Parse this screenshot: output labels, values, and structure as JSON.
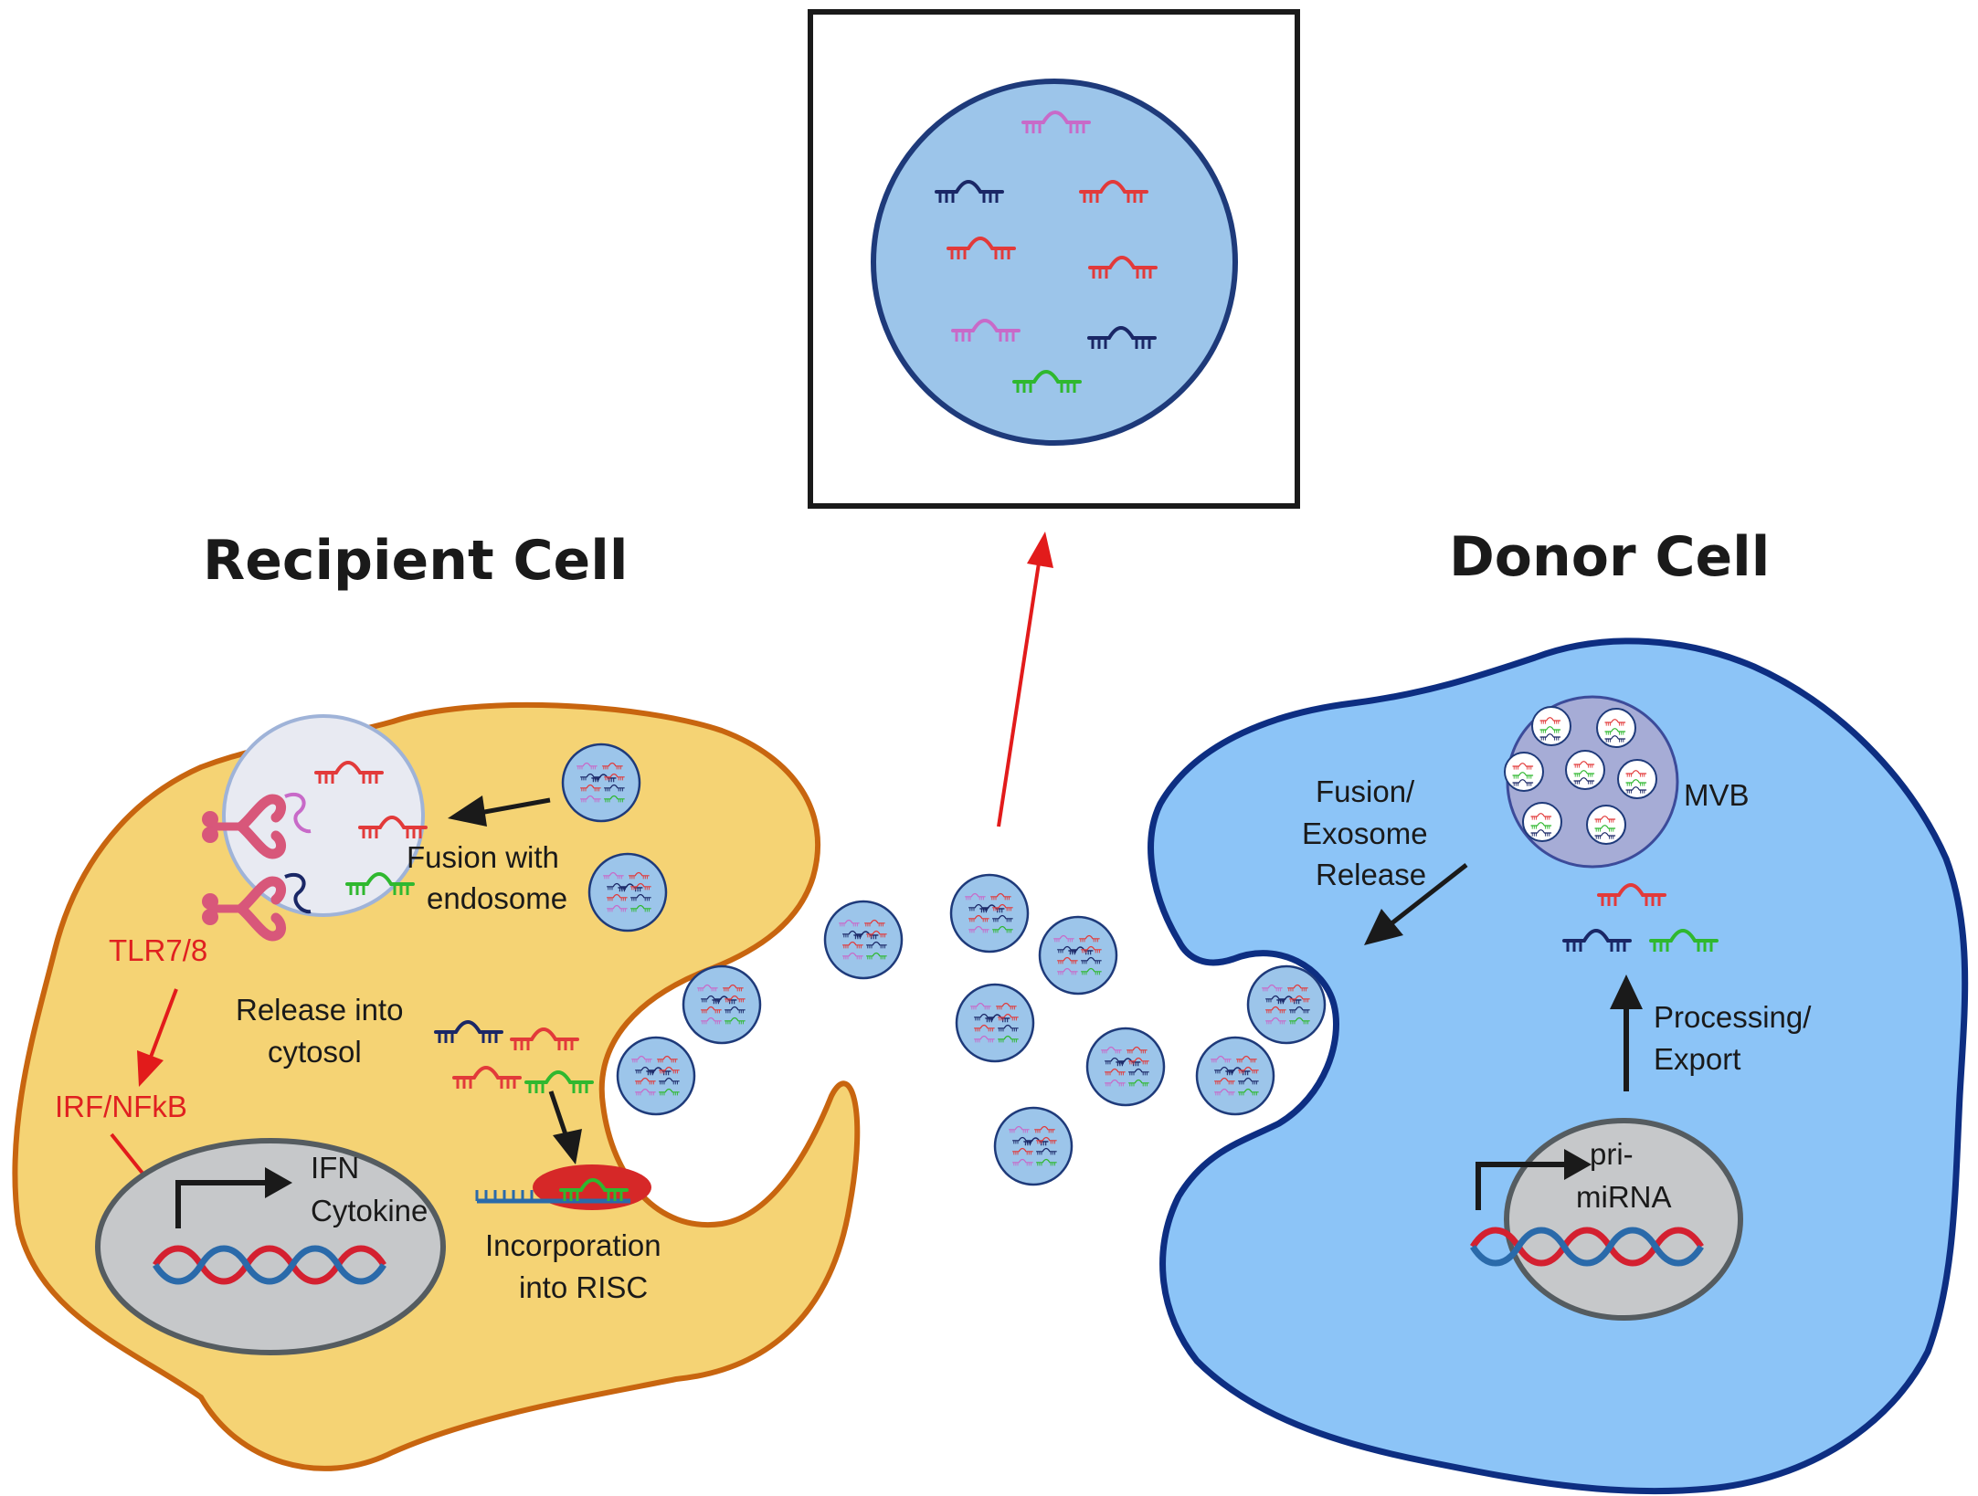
{
  "titles": {
    "recipient": "Recipient Cell",
    "donor": "Donor Cell"
  },
  "recipient": {
    "fusion_line1": "Fusion with",
    "fusion_line2": "endosome",
    "receptor": "TLR7/8",
    "factor": "IRF/NFkB",
    "gene_line1": "IFN",
    "gene_line2": "Cytokine",
    "release_line1": "Release into",
    "release_line2": "cytosol",
    "risc_line1": "Incorporation",
    "risc_line2": "into RISC"
  },
  "donor": {
    "mvb": "MVB",
    "fusion_line1": "Fusion/",
    "fusion_line2": "Exosome",
    "fusion_line3": "Release",
    "processing_line1": "Processing/",
    "processing_line2": "Export",
    "gene_line1": "pri-",
    "gene_line2": "miRNA"
  },
  "colors": {
    "recipient_fill": "#f5d374",
    "recipient_stroke": "#c8650f",
    "donor_fill": "#8cc4f7",
    "donor_stroke": "#0d2e82",
    "exosome_fill": "#9cc5ea",
    "exosome_stroke": "#1e3a7a",
    "mirna_red": "#e23a3a",
    "mirna_navy": "#1a2766",
    "mirna_pink": "#c86ac8",
    "mirna_green": "#2fb82f",
    "arrow_red": "#e21b1b"
  }
}
